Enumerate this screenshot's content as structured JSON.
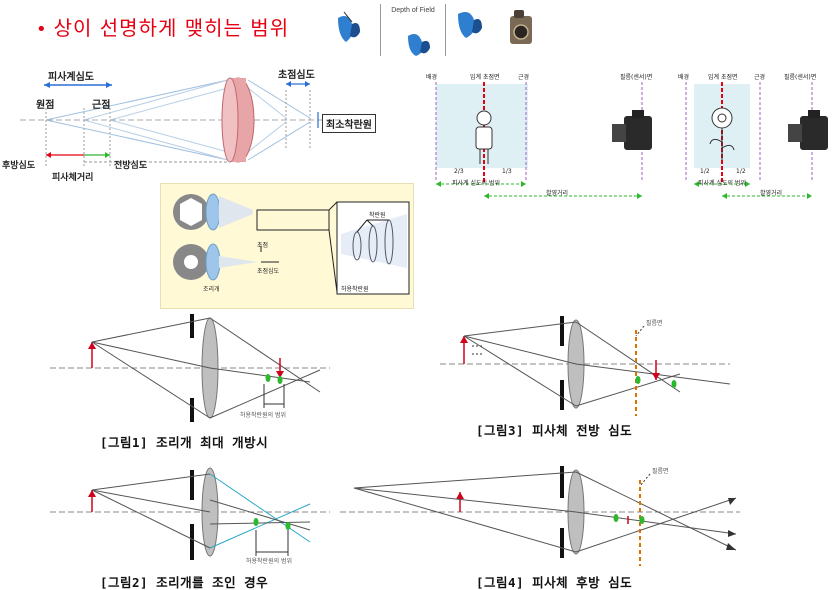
{
  "title": {
    "bullet": "•",
    "text": "상이 선명하게 맺히는 범위"
  },
  "dof_strip": {
    "label": "Depth of Field"
  },
  "dof_diagram": {
    "subject_dof": "피사계심도",
    "far_point": "원점",
    "near_point": "근점",
    "focus_depth": "초점심도",
    "min_coc": "최소착란원",
    "rear_dof": "후방심도",
    "front_dof": "전방심도",
    "subject_distance": "피사체거리"
  },
  "portrait_diagram": {
    "background": "배경",
    "critical_focus": "임계 초점면",
    "near": "근경",
    "film_plane": "필름(센서)면",
    "ratio_left": "2/3",
    "ratio_right": "1/3",
    "dof_range": "피사계 심도의 범위",
    "shooting_distance": "촬영거리"
  },
  "macro_diagram": {
    "background": "배경",
    "critical_focus": "임계 초점면",
    "near": "근경",
    "film_plane": "필름(센서)면",
    "ratio_left": "1/2",
    "ratio_right": "1/2",
    "dof_range": "피사계 심도의 범위",
    "shooting_distance": "촬영거리"
  },
  "aperture_diagram": {
    "aperture": "조리개",
    "focus": "초점",
    "focus_depth": "초점심도",
    "coc": "착란원",
    "permissible_coc": "허용착란원"
  },
  "figures": [
    {
      "caption": "[그림1] 조리개 최대 개방시",
      "range_label": "허용착란원의 범위"
    },
    {
      "caption": "[그림2] 조리개를 조인 경우",
      "range_label": "허용착란원의 범위"
    },
    {
      "caption": "[그림3] 피사체 전방 심도",
      "film_label": "필름면"
    },
    {
      "caption": "[그림4] 피사체 후방 심도",
      "film_label": "필름면"
    }
  ],
  "colors": {
    "title": "#e60012",
    "object_arrow": "#d0021b",
    "focus_dot": "#2eb82e",
    "film_plane": "#e07000",
    "lens_fill": "#bfbfbf",
    "dof_blue": "#2a6fd6"
  }
}
